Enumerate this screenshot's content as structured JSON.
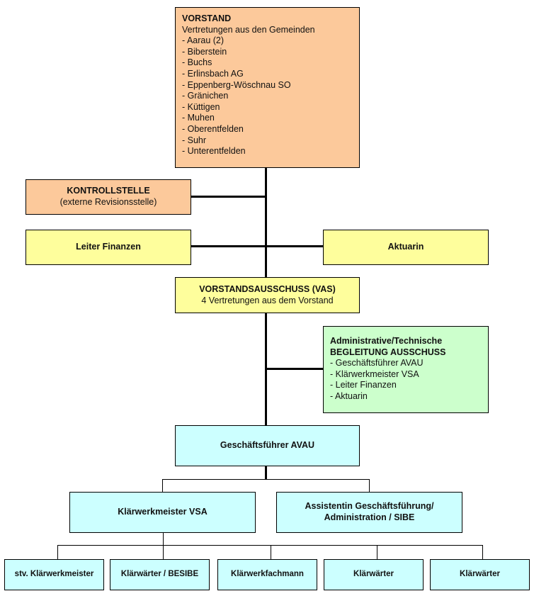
{
  "colors": {
    "vorstand": "#fcc99b",
    "staff": "#fefe9c",
    "committee": "#ccffcc",
    "operations": "#ccffff",
    "lines": "#000000"
  },
  "vorstand": {
    "title": "VORSTAND",
    "subtitle": "Vertretungen aus den Gemeinden",
    "members": [
      "- Aarau (2)",
      "- Biberstein",
      "- Buchs",
      "- Erlinsbach AG",
      "- Eppenberg-Wöschnau SO",
      "- Gränichen",
      "- Küttigen",
      "- Muhen",
      "- Oberentfelden",
      "- Suhr",
      "- Unterentfelden"
    ]
  },
  "kontrollstelle": {
    "title": "KONTROLLSTELLE",
    "subtitle": "(externe Revisionsstelle)"
  },
  "leiter_finanzen": {
    "title": "Leiter Finanzen"
  },
  "aktuarin": {
    "title": "Aktuarin"
  },
  "vas": {
    "title": "VORSTANDSAUSSCHUSS (VAS)",
    "subtitle": "4 Vertretungen aus dem Vorstand"
  },
  "begleitung": {
    "title_line1": "Administrative/Technische",
    "title_line2": "BEGLEITUNG AUSSCHUSS",
    "members": [
      "- Geschäftsführer AVAU",
      "- Klärwerkmeister VSA",
      "- Leiter Finanzen",
      "- Aktuarin"
    ]
  },
  "geschaeftsfuehrer": {
    "title": "Geschäftsführer AVAU"
  },
  "klaerwerkmeister": {
    "title": "Klärwerkmeister VSA"
  },
  "assistentin": {
    "title_line1": "Assistentin Geschäftsführung/",
    "title_line2": "Administration / SIBE"
  },
  "staff_row": [
    "stv. Klärwerkmeister",
    "Klärwärter / BESIBE",
    "Klärwerkfachmann",
    "Klärwärter",
    "Klärwärter"
  ]
}
